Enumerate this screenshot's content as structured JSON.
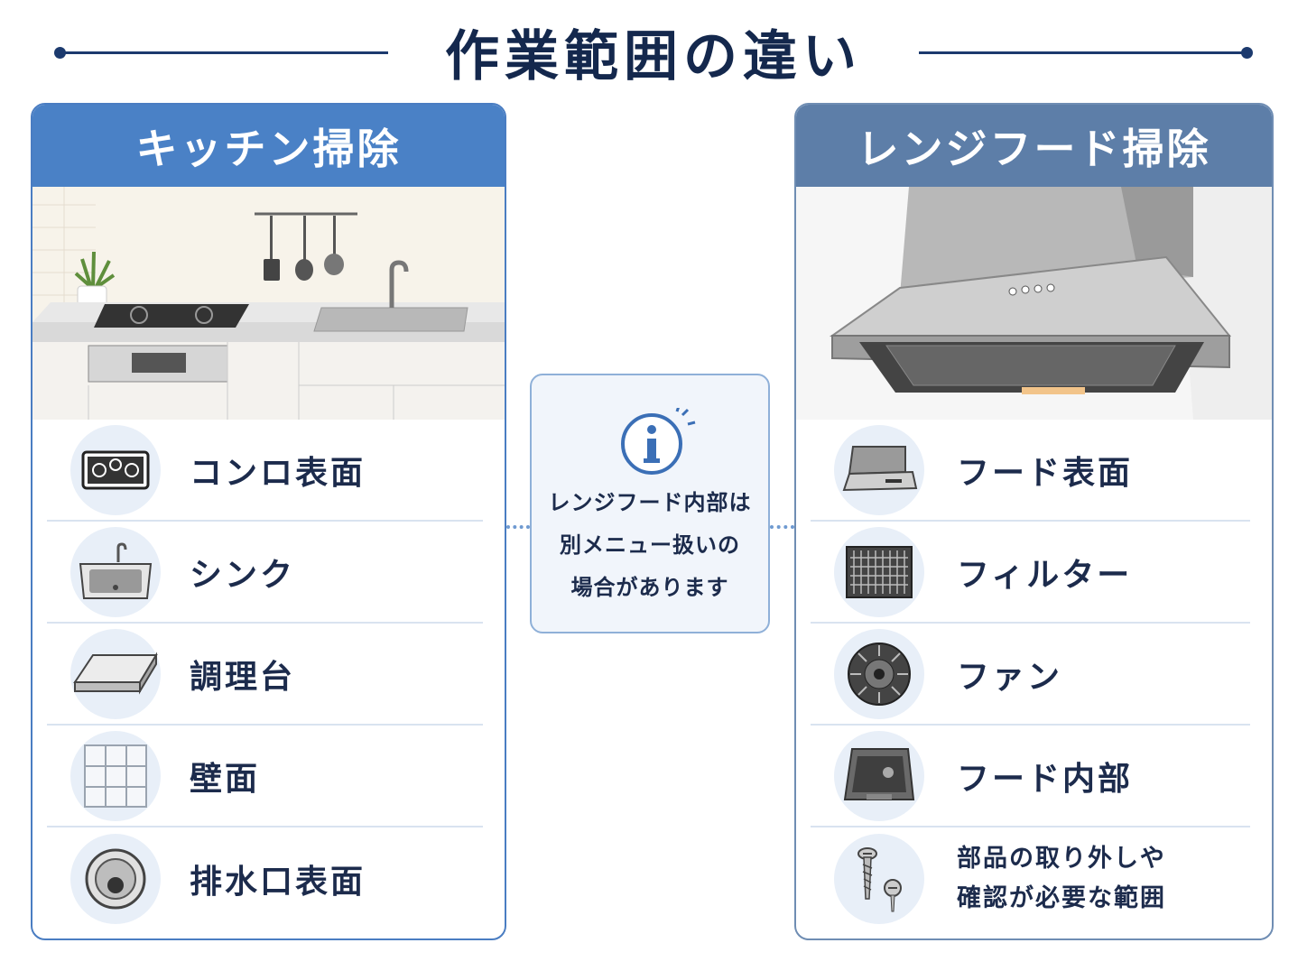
{
  "title": "作業範囲の違い",
  "kitchen": {
    "header": "キッチン掃除",
    "items": [
      {
        "label": "コンロ表面",
        "icon": "stove-icon"
      },
      {
        "label": "シンク",
        "icon": "sink-icon"
      },
      {
        "label": "調理台",
        "icon": "countertop-icon"
      },
      {
        "label": "壁面",
        "icon": "wall-tile-icon"
      },
      {
        "label": "排水口表面",
        "icon": "drain-icon"
      }
    ]
  },
  "hood": {
    "header": "レンジフード掃除",
    "items": [
      {
        "label": "フード表面",
        "icon": "range-hood-icon"
      },
      {
        "label": "フィルター",
        "icon": "filter-icon"
      },
      {
        "label": "ファン",
        "icon": "fan-icon"
      },
      {
        "label": "フード内部",
        "icon": "hood-interior-icon"
      },
      {
        "label": "部品の取り外しや\n確認が必要な範囲",
        "icon": "screws-icon"
      }
    ]
  },
  "note": {
    "text": "レンジフード内部は\n別メニュー扱いの\n場合があります",
    "icon": "info-icon"
  },
  "colors": {
    "kitchen_header": "#4a81c6",
    "hood_header": "#5d7ea8",
    "title": "#14284d",
    "icon_bg": "#e8eff8"
  }
}
